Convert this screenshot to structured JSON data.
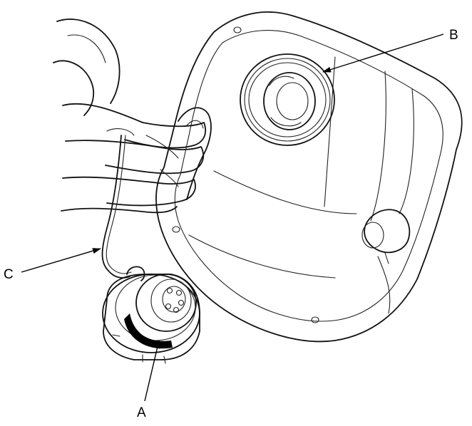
{
  "callouts": {
    "a": "A",
    "b": "B",
    "c": "C"
  },
  "colors": {
    "line": "#111111",
    "background": "#ffffff",
    "seal": "#000000"
  }
}
